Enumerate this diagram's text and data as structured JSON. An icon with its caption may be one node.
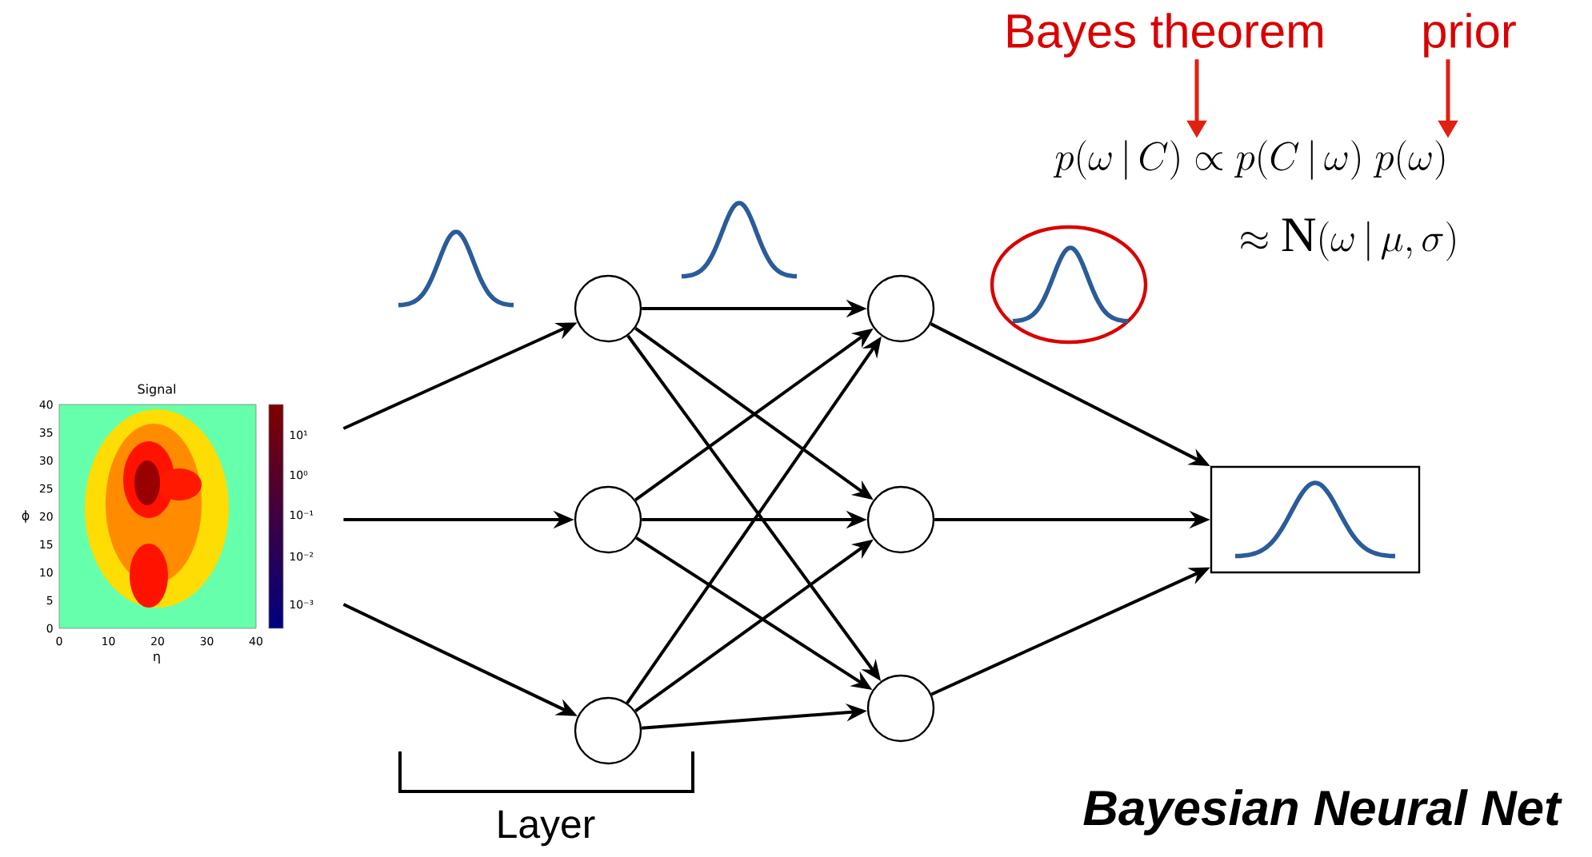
{
  "diagram": {
    "nodes": [
      {
        "text": [],
        "shape": "picture",
        "beside": [
          "Signal",
          "40",
          "35",
          "30",
          "25",
          "20",
          "15",
          "10",
          "5",
          "0",
          "ϕ",
          "10¹",
          "10⁰",
          "10⁻¹",
          "10⁻²",
          "10⁻³",
          "0",
          "10",
          "20",
          "30",
          "40",
          "η"
        ]
      },
      {
        "text": [],
        "shape": "circle"
      },
      {
        "text": [],
        "shape": "circle"
      },
      {
        "text": [],
        "shape": "circle"
      },
      {
        "text": [],
        "shape": "circle"
      },
      {
        "text": [],
        "shape": "circle"
      },
      {
        "text": [],
        "shape": "circle"
      },
      {
        "text": [],
        "shape": "box"
      },
      {
        "text": [
          "Bayes theorem"
        ]
      },
      {
        "text": [
          "prior"
        ]
      },
      {
        "text": [
          "p(\\omega\\,|\\,C) \\propto p(C\\,|\\,\\omega)\\; p(\\omega)"
        ]
      }
    ],
    "edges": [
      {
        "from": 0,
        "to": 1,
        "arrow": "to"
      },
      {
        "from": 0,
        "to": 2,
        "arrow": "to"
      },
      {
        "from": 0,
        "to": 3,
        "arrow": "to"
      },
      {
        "from": 1,
        "to": 4,
        "arrow": "to"
      },
      {
        "from": 1,
        "to": 5,
        "arrow": "to"
      },
      {
        "from": 1,
        "to": 6,
        "arrow": "to"
      },
      {
        "from": 2,
        "to": 4,
        "arrow": "to"
      },
      {
        "from": 2,
        "to": 5,
        "arrow": "to"
      },
      {
        "from": 2,
        "to": 6,
        "arrow": "to"
      },
      {
        "from": 3,
        "to": 4,
        "arrow": "to"
      },
      {
        "from": 3,
        "to": 5,
        "arrow": "to"
      },
      {
        "from": 3,
        "to": 6,
        "arrow": "to"
      },
      {
        "from": 4,
        "to": 7,
        "arrow": "to"
      },
      {
        "from": 5,
        "to": 7,
        "arrow": "to"
      },
      {
        "from": 6,
        "to": 7,
        "arrow": "to"
      },
      {
        "from": 8,
        "to": 10,
        "arrow": "to",
        "color": "#e02010"
      },
      {
        "from": 9,
        "to": 10,
        "arrow": "to",
        "color": "#e02010"
      }
    ],
    "labels": [
      "\\approx \\mathrm{N}(\\omega\\,|\\,\\mu,\\sigma)",
      "Layer",
      "Bayesian Neural Net"
    ]
  }
}
